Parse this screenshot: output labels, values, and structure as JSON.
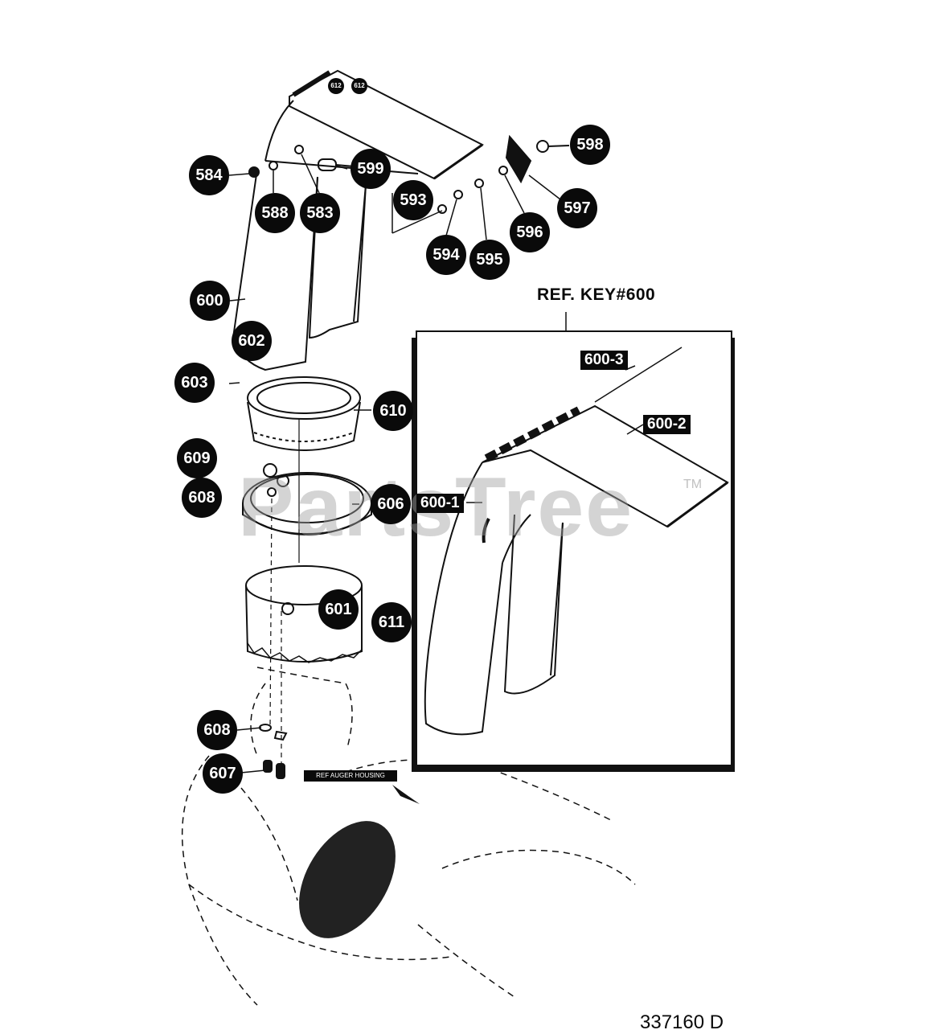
{
  "callouts": {
    "c584": "584",
    "c588": "588",
    "c583": "583",
    "c599": "599",
    "c593": "593",
    "c598": "598",
    "c597": "597",
    "c596": "596",
    "c594": "594",
    "c595": "595",
    "c600": "600",
    "c602": "602",
    "c603": "603",
    "c610": "610",
    "c609": "609",
    "c608a": "608",
    "c606": "606",
    "c601": "601",
    "c611": "611",
    "c608b": "608",
    "c607": "607",
    "c612a": "612",
    "c612b": "612"
  },
  "inset": {
    "heading": "REF. KEY#600",
    "tags": {
      "t1": "600-1",
      "t2": "600-2",
      "t3": "600-3"
    }
  },
  "watermark": {
    "text": "PartsTree",
    "tm": "TM"
  },
  "ref_label": "REF AUGER HOUSING",
  "doc_number": "337160 D"
}
